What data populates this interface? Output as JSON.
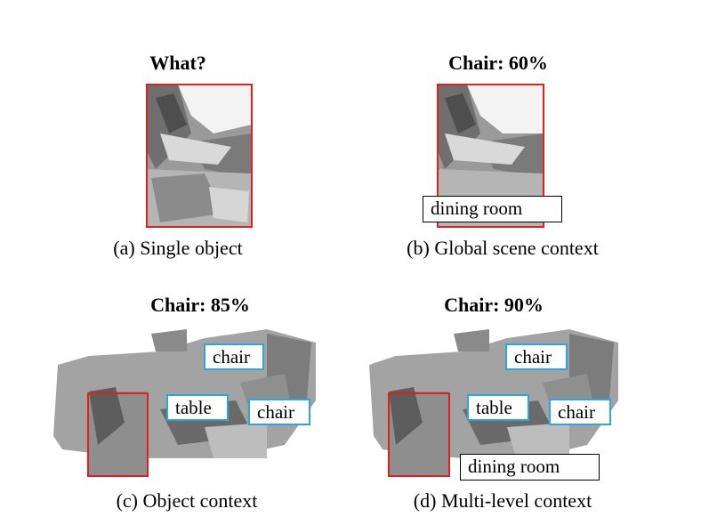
{
  "panels": {
    "a": {
      "title": "What?",
      "caption": "(a) Single object"
    },
    "b": {
      "title": "Chair: 60%",
      "caption": "(b) Global scene context",
      "labels": {
        "scene": "dining room"
      }
    },
    "c": {
      "title": "Chair: 85%",
      "caption": "(c) Object context",
      "labels": {
        "chair_top": "chair",
        "table": "table",
        "chair_right": "chair"
      }
    },
    "d": {
      "title": "Chair: 90%",
      "caption": "(d) Multi-level context",
      "labels": {
        "chair_top": "chair",
        "table": "table",
        "chair_right": "chair",
        "scene": "dining room"
      }
    }
  },
  "colors": {
    "target_box": "#e21f1f",
    "object_label_border": "#2aa7e0",
    "scene_label_border": "#000000"
  }
}
